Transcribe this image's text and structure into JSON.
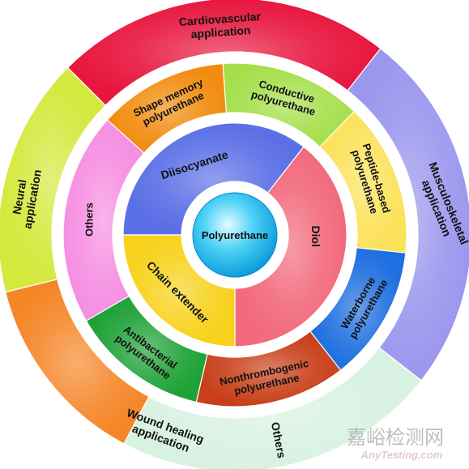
{
  "center": {
    "label": "Polyurethane"
  },
  "inner_ring": [
    {
      "lines": [
        "Diisocyanate"
      ],
      "color": "#5b6fe6"
    },
    {
      "lines": [
        "Diol"
      ],
      "color": "#f26a7c"
    },
    {
      "lines": [
        "Chain extender"
      ],
      "color": "#f7d21c"
    }
  ],
  "middle_ring": [
    {
      "lines": [
        "Shape memory",
        "polyurethane"
      ],
      "color": "#f28c10"
    },
    {
      "lines": [
        "Conductive",
        "polyurethane"
      ],
      "color": "#a6df4c"
    },
    {
      "lines": [
        "Peptide-based",
        "polyurethane"
      ],
      "color": "#fbe25a"
    },
    {
      "lines": [
        "Waterborne",
        "polyurethane"
      ],
      "color": "#1f6fe0"
    },
    {
      "lines": [
        "Nonthrombogenic",
        "polyurethane"
      ],
      "color": "#c8401a"
    },
    {
      "lines": [
        "Antibacterial",
        "polyurethane"
      ],
      "color": "#1ea236"
    },
    {
      "lines": [
        "Others"
      ],
      "color": "#f68fe2"
    }
  ],
  "outer_ring": [
    {
      "lines": [
        "Cardiovascular",
        "application"
      ],
      "color": "#e8163e"
    },
    {
      "lines": [
        "Musculoskeletal",
        "application"
      ],
      "color": "#9b97ee"
    },
    {
      "lines": [
        "Others"
      ],
      "color": "#d8f2e2"
    },
    {
      "lines": [
        "Wound healing",
        "application"
      ],
      "color": "#f58628"
    },
    {
      "lines": [
        "Neural",
        "application"
      ],
      "color": "#d4e93c"
    }
  ],
  "watermark": {
    "cn": "嘉峪检测网",
    "en": "AnyTesting.com"
  }
}
